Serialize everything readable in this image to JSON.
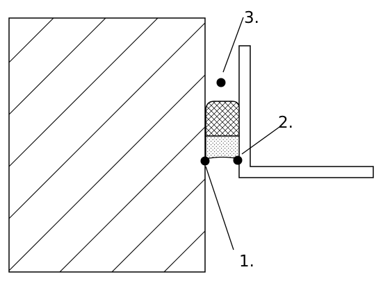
{
  "labels": {
    "one": "1.",
    "two": "2.",
    "three": "3."
  },
  "colors": {
    "line": "#000000",
    "background": "#ffffff",
    "fill": "#ffffff"
  }
}
